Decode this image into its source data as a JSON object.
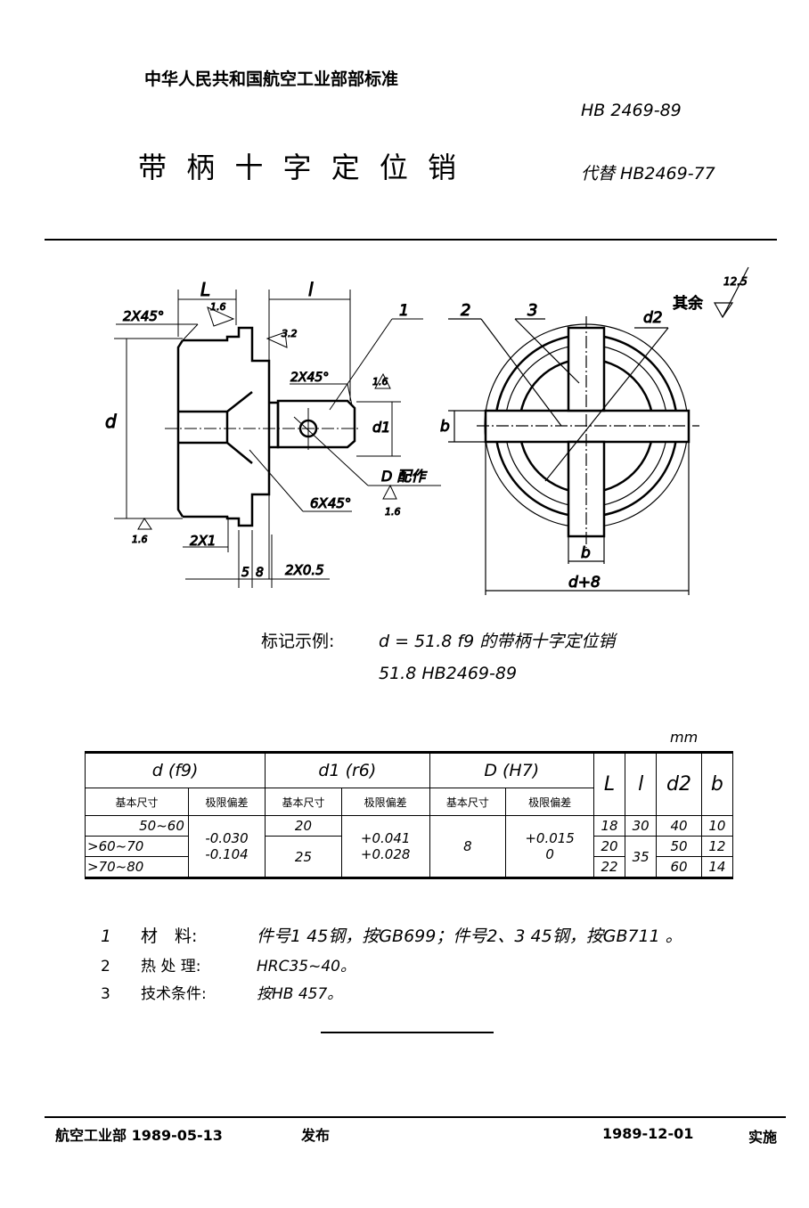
{
  "header": {
    "org_standard": "中华人民共和国航空工业部部标准",
    "code": "HB 2469-89",
    "title": "带 柄 十 字 定 位 销",
    "replaces": "代替 HB2469-77"
  },
  "drawing": {
    "side_view": {
      "dim_L": "L",
      "dim_l": "l",
      "dim_d": "d",
      "dim_d1": "d1",
      "chamfer_top": "2X45°",
      "chamfer_pin": "2X45°",
      "chamfer_cone": "6X45°",
      "roughness_top": "1.6",
      "roughness_face": "3.2",
      "roughness_pin": "1.6",
      "roughness_bottom": "1.6",
      "roughness_hole": "1.6",
      "part_number": "1",
      "hole_note": "D 配作",
      "groove": "2X1",
      "dim_5": "5",
      "dim_8": "8",
      "undercut": "2X0.5"
    },
    "front_view": {
      "part_2": "2",
      "part_3": "3",
      "dim_d2": "d2",
      "dim_b_left": "b",
      "dim_b_bottom": "b",
      "dim_overall": "d+8",
      "roughness_rest_label": "其余",
      "roughness_rest": "12.5"
    }
  },
  "marking_example": {
    "label": "标记示例:",
    "line1": "d = 51.8 f9 的带柄十字定位销",
    "line2": "51.8  HB2469-89"
  },
  "table": {
    "unit": "mm",
    "groups": [
      "d (f9)",
      "d1 (r6)",
      "D (H7)"
    ],
    "single_headers": [
      "L",
      "l",
      "d2",
      "b"
    ],
    "sub_headers": [
      "基本尺寸",
      "极限偏差",
      "基本尺寸",
      "极限偏差",
      "基本尺寸",
      "极限偏差"
    ],
    "rows": [
      {
        "d": "50~60",
        "L": "18",
        "l": "30",
        "d2": "40",
        "b": "10"
      },
      {
        "d": ">60~70",
        "L": "20",
        "l": "35",
        "d2": "50",
        "b": "12"
      },
      {
        "d": ">70~80",
        "L": "22",
        "l": "35",
        "d2": "60",
        "b": "14"
      }
    ],
    "d_tolerance": [
      "-0.030",
      "-0.104"
    ],
    "d1_basic": [
      "20",
      "25"
    ],
    "d1_tolerance": [
      "+0.041",
      "+0.028"
    ],
    "D_basic": "8",
    "D_tolerance": [
      "+0.015",
      "0"
    ]
  },
  "notes": [
    {
      "num": "1",
      "label": "材　料:",
      "text": "件号1 45钢，按GB699；件号2、3 45钢，按GB711 。"
    },
    {
      "num": "2",
      "label": "热 处 理:",
      "text": "HRC35~40。"
    },
    {
      "num": "3",
      "label": "技术条件:",
      "text": "按HB 457。"
    }
  ],
  "footer": {
    "issuer_date": "航空工业部 1989-05-13",
    "issued": "发布",
    "effective_date": "1989-12-01",
    "effective": "实施"
  }
}
